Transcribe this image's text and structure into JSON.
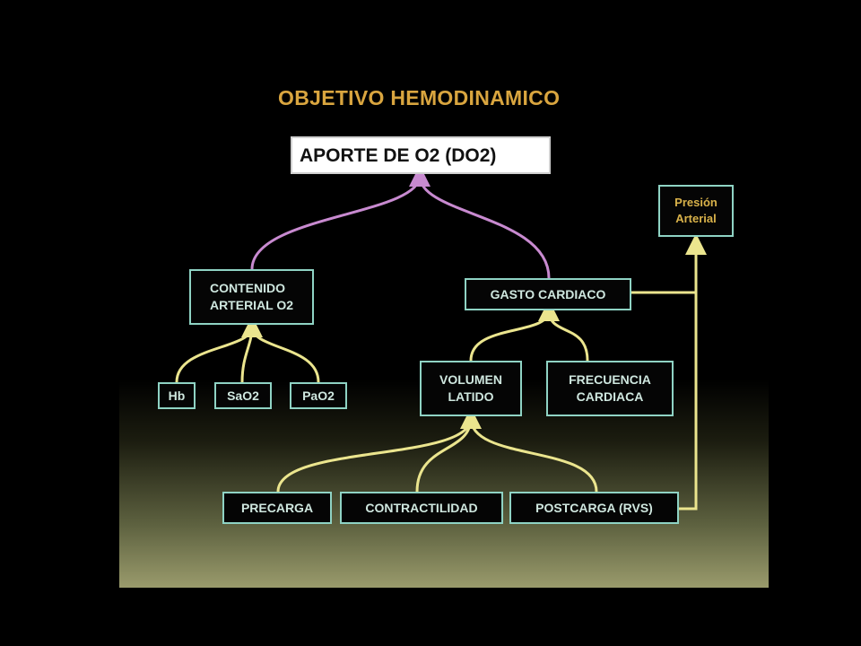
{
  "title": "OBJETIVO HEMODINAMICO",
  "nodes": {
    "aporte": "APORTE DE O2 (DO2)",
    "contenido": "CONTENIDO\nARTERIAL O2",
    "gasto": "GASTO CARDIACO",
    "presion": "Presión\nArterial",
    "hb": "Hb",
    "sao2": "SaO2",
    "pao2": "PaO2",
    "volumen": "VOLUMEN\nLATIDO",
    "frecuencia": "FRECUENCIA\nCARDIACA",
    "precarga": "PRECARGA",
    "contractilidad": "CONTRACTILIDAD",
    "postcarga": "POSTCARGA (RVS)"
  },
  "colors": {
    "title": "#d9a53f",
    "node_border": "#8fd3c4",
    "node_text": "#cfe7df",
    "purple_connector": "#c88ad0",
    "yellow_connector": "#ebe58e",
    "presion_text": "#d9b24a"
  }
}
